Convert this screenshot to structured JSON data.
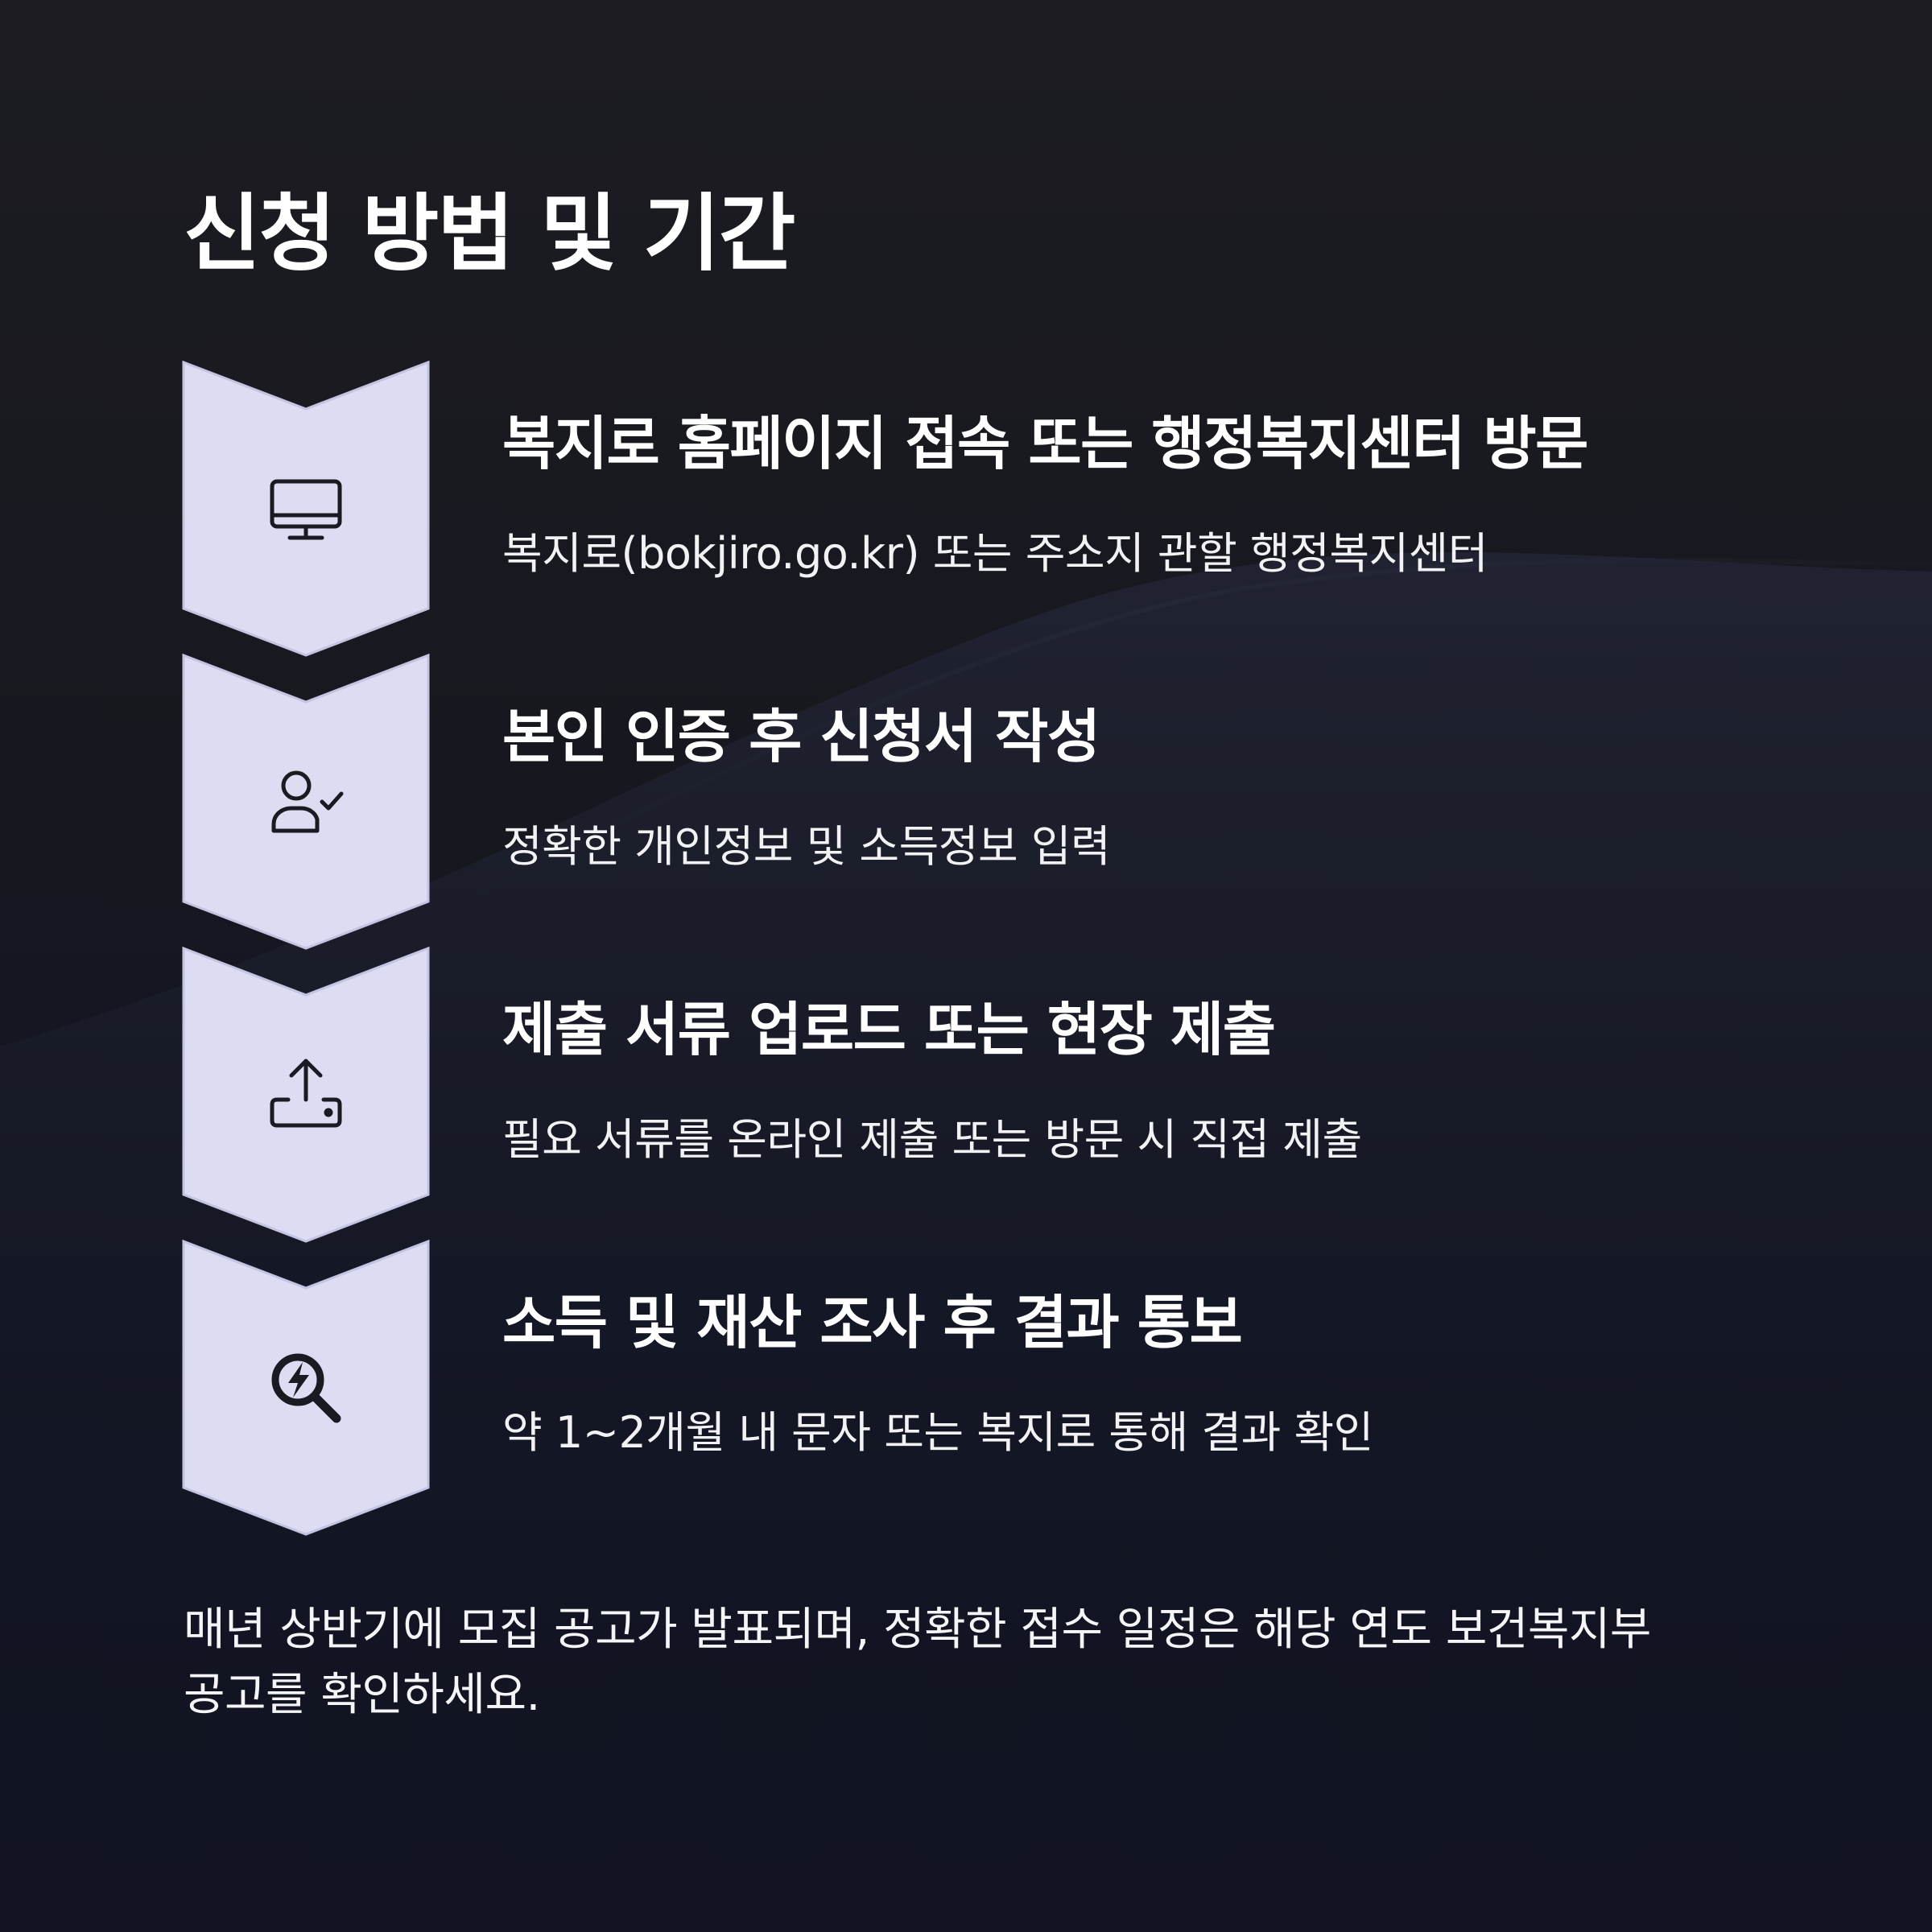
{
  "title": "신청 방법 및 기간",
  "colors": {
    "chevron_fill": "#dcdcf2",
    "chevron_edge": "#c4c4e2",
    "icon_stroke": "#1a1a22",
    "text": "#ffffff"
  },
  "steps": [
    {
      "icon": "monitor-icon",
      "title": "복지로 홈페이지 접속 또는 행정복지센터 방문",
      "desc": "복지로(bokjiro.go.kr) 또는 주소지 관할 행정복지센터"
    },
    {
      "icon": "user-check-icon",
      "title": "본인 인증 후 신청서 작성",
      "desc": "정확한 개인정보 및 소득정보 입력"
    },
    {
      "icon": "upload-icon",
      "title": "제출 서류 업로드 또는 현장 제출",
      "desc": "필요 서류를 온라인 제출 또는 방문 시 직접 제출"
    },
    {
      "icon": "search-bolt-icon",
      "title": "소득 및 재산 조사 후 결과 통보",
      "desc": "약 1~2개월 내 문자 또는 복지로 통해 결과 확인"
    }
  ],
  "note": {
    "line1": "매년 상반기에 모집 공고가 발표되며, 정확한 접수 일정은 해당 연도 보건복지부",
    "line2": "공고를 확인하세요."
  }
}
